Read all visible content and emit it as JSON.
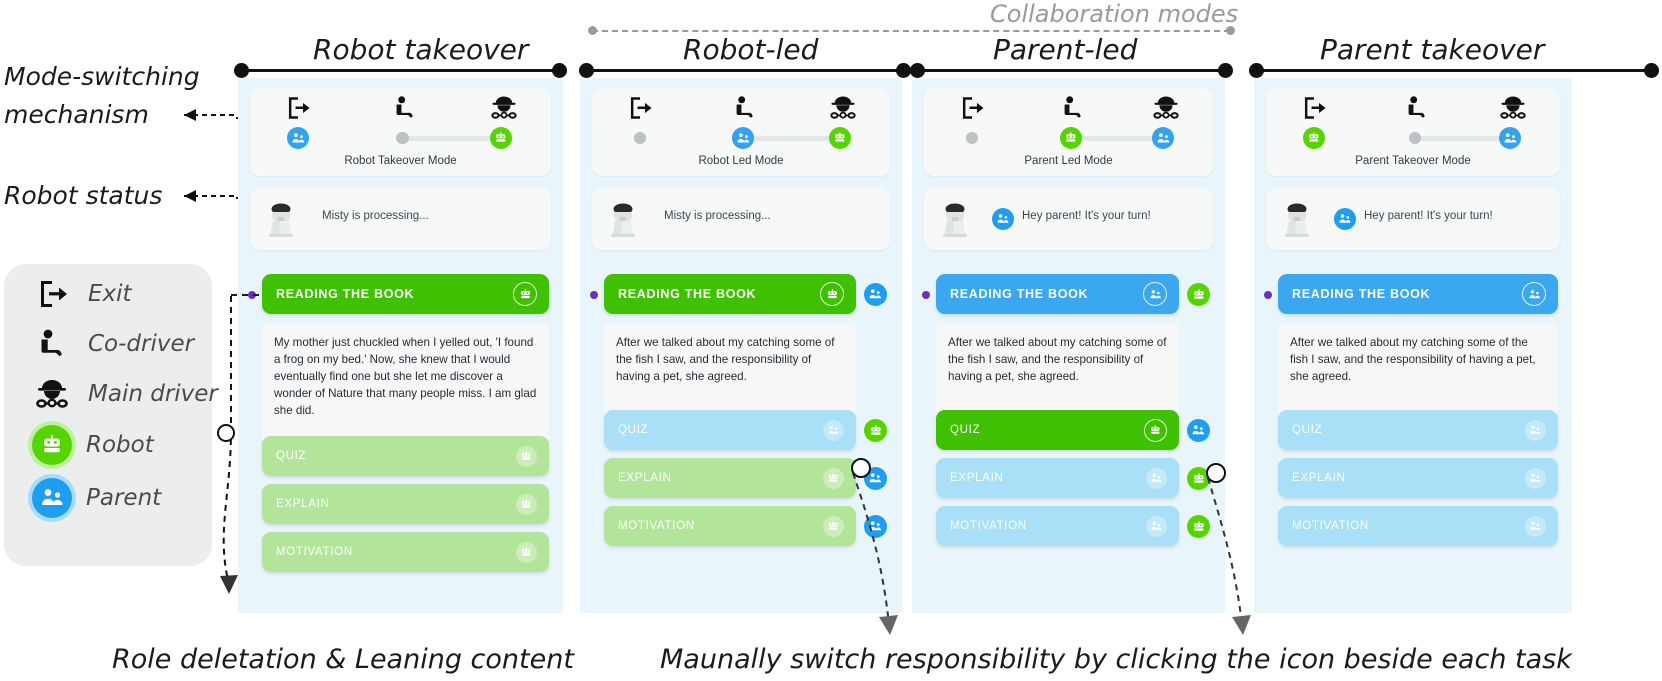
{
  "annotations": {
    "mode_switching": "Mode-switching\nmechanism",
    "mode_switching_l1": "Mode-switching",
    "mode_switching_l2": "mechanism",
    "robot_status": "Robot status",
    "collaboration_modes": "Collaboration  modes",
    "caption_left": "Role deletation & Leaning content",
    "caption_right": "Maunally switch responsibility by clicking the icon beside each task"
  },
  "legend": {
    "items": [
      {
        "icon": "exit-icon",
        "label": "Exit"
      },
      {
        "icon": "co-driver-icon",
        "label": "Co-driver"
      },
      {
        "icon": "main-driver-icon",
        "label": "Main driver"
      },
      {
        "icon": "robot-icon",
        "label": "Robot",
        "color": "#55d400"
      },
      {
        "icon": "parent-icon",
        "label": "Parent",
        "color": "#1f9df0"
      }
    ]
  },
  "colors": {
    "robot_green": "#55d400",
    "robot_green_active": "#3fc000",
    "parent_blue": "#1f9df0",
    "parent_blue_active": "#3aa7ef",
    "green_light": "#b2e59a",
    "blue_light": "#a9dff7",
    "panel_bg": "#e8f6fb",
    "bullet": "#6b2fbf"
  },
  "panels": [
    {
      "title": "Robot takeover",
      "mode_label": "Robot Takeover Mode",
      "slider": {
        "exit": "parent",
        "co_driver": "none",
        "main_driver": "robot"
      },
      "status": {
        "text": "Misty is processing...",
        "badge": "none"
      },
      "tasks": [
        {
          "label": "READING THE BOOK",
          "state": "active",
          "owner": "robot",
          "ext_badge": "none"
        },
        {
          "label": "QUIZ",
          "state": "idle",
          "owner": "robot",
          "ext_badge": "none"
        },
        {
          "label": "EXPLAIN",
          "state": "idle",
          "owner": "robot",
          "ext_badge": "none"
        },
        {
          "label": "MOTIVATION",
          "state": "idle",
          "owner": "robot",
          "ext_badge": "none"
        }
      ],
      "body_text": "My mother just chuckled when I yelled out, 'I found a frog on my bed.' Now, she knew that I would eventually find one but she let me discover a wonder of Nature that many people miss. I am glad she did."
    },
    {
      "title": "Robot-led",
      "mode_label": "Robot Led Mode",
      "slider": {
        "exit": "none",
        "co_driver": "parent",
        "main_driver": "robot"
      },
      "status": {
        "text": "Misty is processing...",
        "badge": "none"
      },
      "tasks": [
        {
          "label": "READING THE BOOK",
          "state": "active",
          "owner": "robot",
          "ext_badge": "parent"
        },
        {
          "label": "QUIZ",
          "state": "idle",
          "owner": "parent",
          "ext_badge": "robot"
        },
        {
          "label": "EXPLAIN",
          "state": "idle",
          "owner": "robot",
          "ext_badge": "parent"
        },
        {
          "label": "MOTIVATION",
          "state": "idle",
          "owner": "robot",
          "ext_badge": "parent"
        }
      ],
      "body_text": "After we talked about my catching some of the fish I saw, and the responsibility of having a pet, she agreed."
    },
    {
      "title": "Parent-led",
      "mode_label": "Parent Led Mode",
      "slider": {
        "exit": "none",
        "co_driver": "robot",
        "main_driver": "parent"
      },
      "status": {
        "text": "Hey parent! It's your turn!",
        "badge": "parent"
      },
      "tasks": [
        {
          "label": "READING THE BOOK",
          "state": "active",
          "owner": "parent",
          "ext_badge": "robot"
        },
        {
          "label": "QUIZ",
          "state": "active",
          "owner": "robot",
          "ext_badge": "parent"
        },
        {
          "label": "EXPLAIN",
          "state": "idle",
          "owner": "parent",
          "ext_badge": "robot"
        },
        {
          "label": "MOTIVATION",
          "state": "idle",
          "owner": "parent",
          "ext_badge": "robot"
        }
      ],
      "body_text": "After we talked about my catching some of the fish I saw, and the responsibility of having a pet, she agreed."
    },
    {
      "title": "Parent takeover",
      "mode_label": "Parent Takeover Mode",
      "slider": {
        "exit": "robot",
        "co_driver": "none",
        "main_driver": "parent"
      },
      "status": {
        "text": "Hey parent! It's your turn!",
        "badge": "parent"
      },
      "tasks": [
        {
          "label": "READING THE BOOK",
          "state": "active",
          "owner": "parent",
          "ext_badge": "none"
        },
        {
          "label": "QUIZ",
          "state": "idle",
          "owner": "parent",
          "ext_badge": "none"
        },
        {
          "label": "EXPLAIN",
          "state": "idle",
          "owner": "parent",
          "ext_badge": "none"
        },
        {
          "label": "MOTIVATION",
          "state": "idle",
          "owner": "parent",
          "ext_badge": "none"
        }
      ],
      "body_text": "After we talked about my catching some of the fish I saw, and the responsibility of having a pet, she agreed."
    }
  ]
}
